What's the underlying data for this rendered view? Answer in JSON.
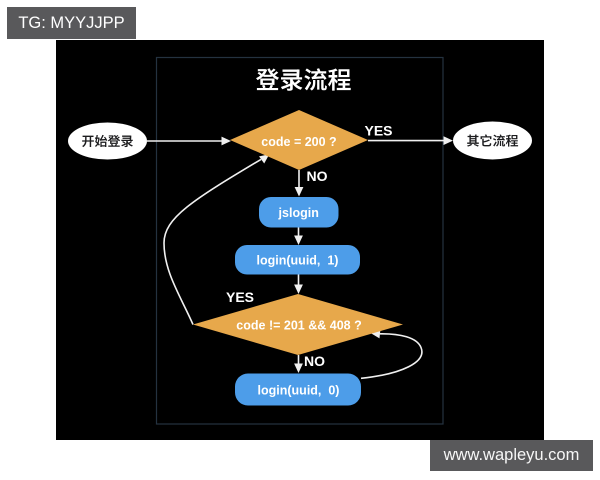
{
  "watermarks": {
    "telegram": "TG: MYYJJPP",
    "website": "www.wapleyu.com"
  },
  "flowchart": {
    "title": "登录流程",
    "nodes": [
      {
        "id": "start",
        "type": "terminal",
        "label": "开始登录"
      },
      {
        "id": "check-code-200",
        "type": "decision",
        "label": "code = 200 ?"
      },
      {
        "id": "other-flow",
        "type": "terminal",
        "label": "其它流程"
      },
      {
        "id": "jslogin",
        "type": "process",
        "label": "jslogin"
      },
      {
        "id": "login-uuid-1",
        "type": "process",
        "label": "login(uuid,  1)"
      },
      {
        "id": "check-code-201-408",
        "type": "decision",
        "label": "code != 201 && 408 ?"
      },
      {
        "id": "login-uuid-0",
        "type": "process",
        "label": "login(uuid,  0)"
      }
    ],
    "edges": [
      {
        "from": "start",
        "to": "check-code-200",
        "label": ""
      },
      {
        "from": "check-code-200",
        "to": "other-flow",
        "label": "YES"
      },
      {
        "from": "check-code-200",
        "to": "jslogin",
        "label": "NO"
      },
      {
        "from": "jslogin",
        "to": "login-uuid-1",
        "label": ""
      },
      {
        "from": "login-uuid-1",
        "to": "check-code-201-408",
        "label": ""
      },
      {
        "from": "check-code-201-408",
        "to": "check-code-200",
        "label": "YES"
      },
      {
        "from": "check-code-201-408",
        "to": "login-uuid-0",
        "label": "NO"
      },
      {
        "from": "login-uuid-0",
        "to": "check-code-201-408",
        "label": ""
      }
    ],
    "colors": {
      "decision_fill": "#e7a84b",
      "process_fill": "#4d9de9",
      "terminal_fill": "#ffffff",
      "connector": "#f0f0f0",
      "frame_border": "#243240",
      "photo_background": "#000000",
      "page_background": "#ffffff",
      "watermark_background": "#59595b"
    }
  }
}
